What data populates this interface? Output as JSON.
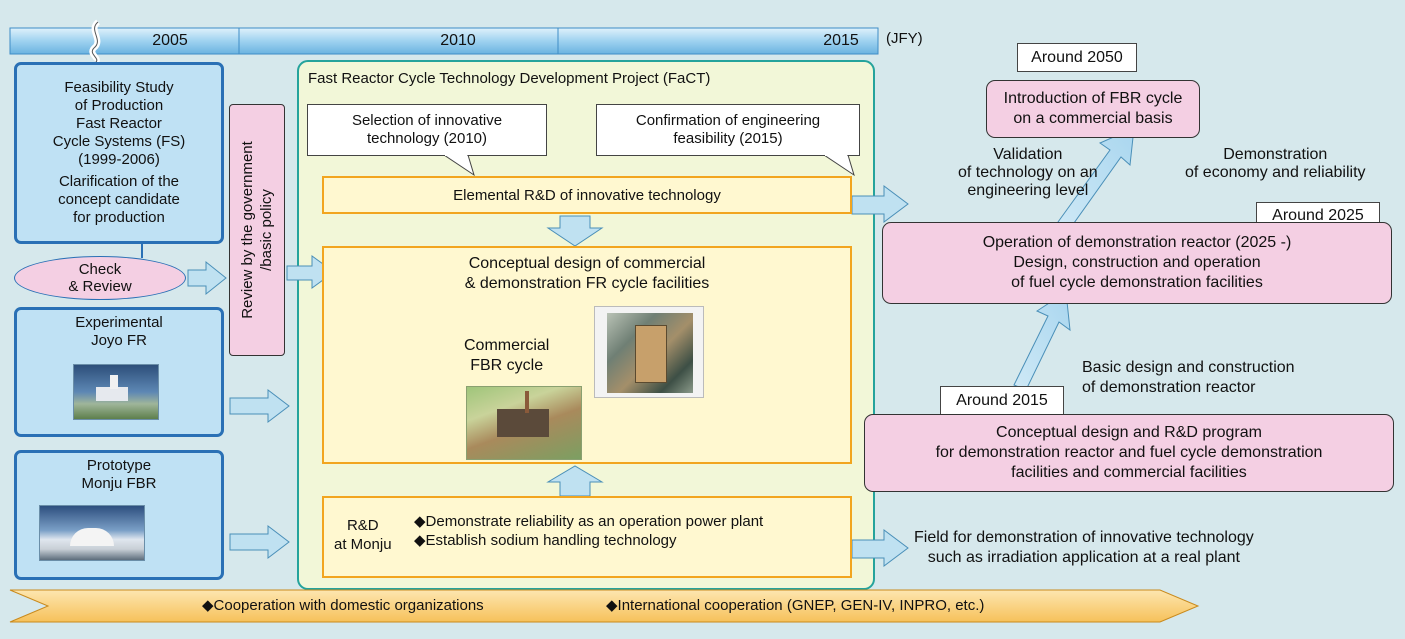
{
  "timeline": {
    "years": [
      "2005",
      "2010",
      "2015"
    ],
    "unit": "(JFY)"
  },
  "fs_box": {
    "title": "Feasibility Study\nof Production\nFast Reactor\nCycle Systems (FS)\n(1999-2006)",
    "subtitle": "Clarification of the\nconcept candidate\nfor production"
  },
  "check_review": "Check\n& Review",
  "review_bar": "Review by the government\n/basic policy",
  "joyo": "Experimental\nJoyo FR",
  "monju": "Prototype\nMonju FBR",
  "fact": {
    "title": "Fast Reactor Cycle Technology Development Project (FaCT)",
    "selection": "Selection of innovative\ntechnology (2010)",
    "confirmation": "Confirmation of engineering\nfeasibility (2015)",
    "elemental": "Elemental R&D of innovative technology",
    "conceptual": "Conceptual design of commercial\n& demonstration FR cycle facilities",
    "cycle_label": "Commercial\nFBR cycle",
    "rd_label": "R&D\nat Monju",
    "rd_items": [
      "◆Demonstrate reliability as an operation power plant",
      "◆Establish sodium handling technology"
    ]
  },
  "right": {
    "around_2050": "Around 2050",
    "intro": "Introduction of FBR cycle\non a commercial basis",
    "validation": "Validation\nof technology on an\nengineering level",
    "demonstration_eco": "Demonstration\nof economy and reliability",
    "around_2025": "Around 2025",
    "operation": "Operation of demonstration reactor (2025 -)\nDesign, construction and operation\nof fuel cycle demonstration facilities",
    "basic_design": "Basic design and construction\nof demonstration reactor",
    "around_2015": "Around 2015",
    "conceptual_rd": "Conceptual design and R&D program\nfor demonstration reactor and fuel cycle demonstration\nfacilities and commercial facilities",
    "field": "Field for demonstration of innovative technology\nsuch as irradiation application at a real plant"
  },
  "bottom_banner": {
    "left": "◆Cooperation with domestic organizations",
    "right": "◆International cooperation (GNEP, GEN-IV, INPRO, etc.)"
  },
  "colors": {
    "background": "#d6e8ec",
    "timeline": "#8fc9ec",
    "teal_arrow": "#139b9b",
    "pink": "#f4cfe3",
    "yellow_border": "#f2a51f",
    "banner": "#f9cc6e"
  }
}
